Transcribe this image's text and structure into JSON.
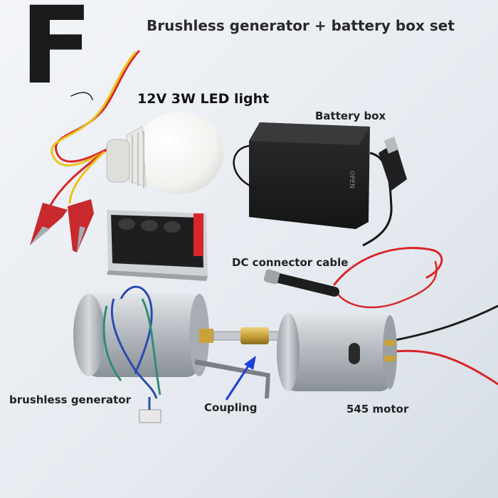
{
  "letter": "F",
  "title": "Brushless generator + battery box set",
  "labels": {
    "led_light": "12V 3W LED light",
    "battery_box": "Battery box",
    "battery_open_mark": "OPEN",
    "dc_cable": "DC connector cable",
    "brushless_generator": "brushless generator",
    "coupling": "Coupling",
    "motor": "545 motor"
  },
  "colors": {
    "background": "#e8edf2",
    "text": "#222222",
    "arrow": "#1f3fd8",
    "wire_red": "#d8262a",
    "wire_yellow": "#e9c21a",
    "wire_blue": "#2a4bb0",
    "wire_green": "#2f8d76",
    "battery_black": "#1c1c1c",
    "metal": "#b9bec4",
    "brass": "#c9a23a"
  },
  "icons": [
    "led-bulb-icon",
    "alligator-clip-icon",
    "battery-box-icon",
    "dc-plug-icon",
    "generator-icon",
    "motor-icon",
    "coupling-icon",
    "arrow-icon"
  ]
}
